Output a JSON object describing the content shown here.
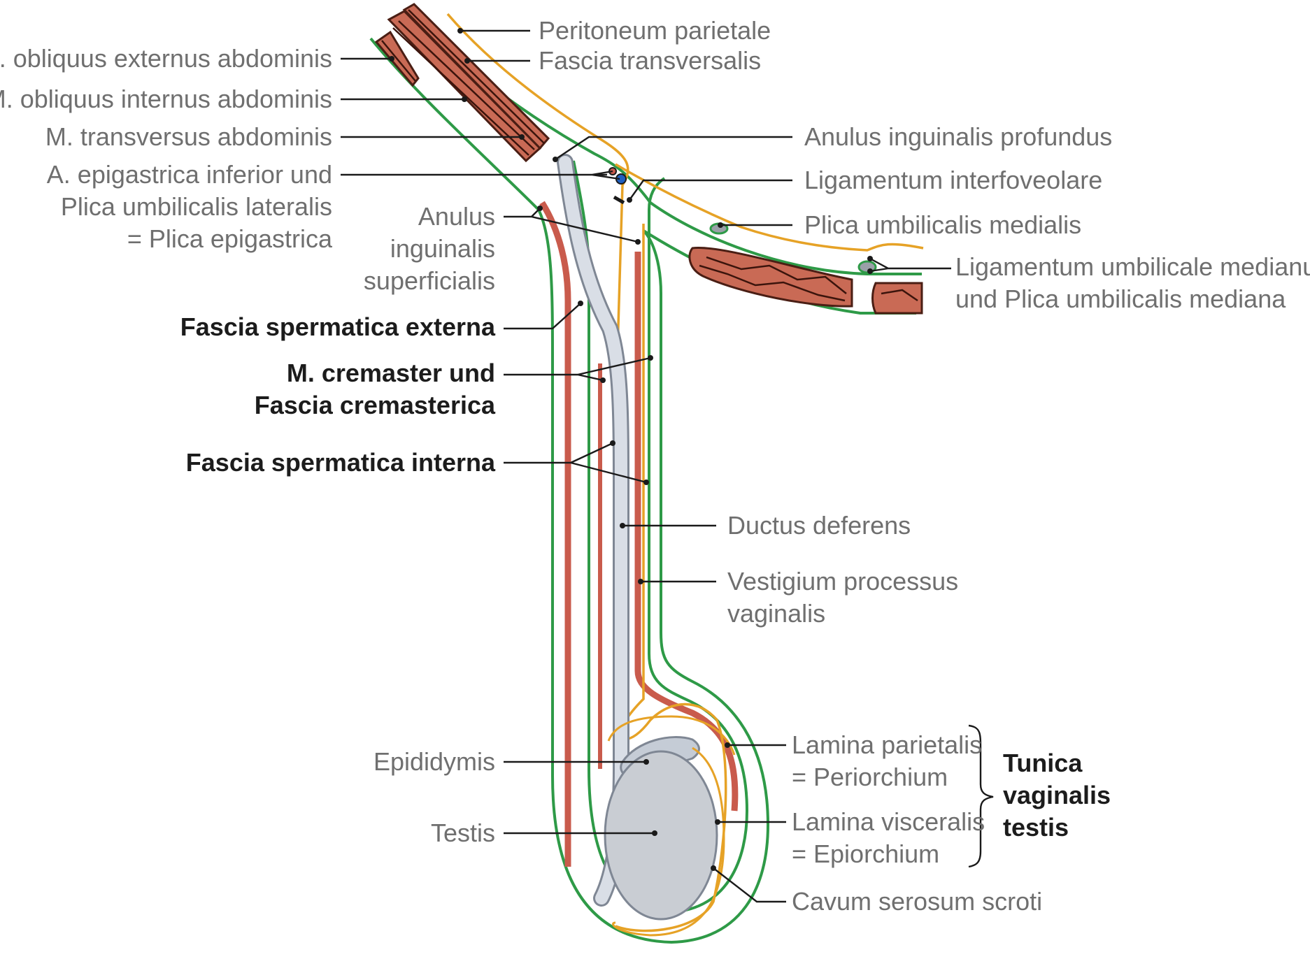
{
  "colors": {
    "fascia": "#2e9a47",
    "peritoneum": "#e6a226",
    "muscle": "#c95b4c",
    "ductus": "#c5ccd6",
    "testis": "#c9cdd3",
    "label": "#6f6f6f",
    "label_bold": "#1c1c1c"
  },
  "labels": {
    "peritoneum_parietale": "Peritoneum parietale",
    "fascia_transversalis": "Fascia transversalis",
    "m_obliquus_externus": "M. obliquus externus abdominis",
    "m_obliquus_internus": "M. obliquus internus abdominis",
    "m_transversus": "M. transversus abdominis",
    "a_epigastrica": [
      "A. epigastrica inferior und",
      "Plica umbilicalis lateralis",
      "= Plica epigastrica"
    ],
    "anulus_profundus": "Anulus inguinalis profundus",
    "lig_interfoveolare": "Ligamentum interfoveolare",
    "plica_medialis": "Plica umbilicalis medialis",
    "lig_umbilicale_medianum": [
      "Ligamentum umbilicale medianum",
      "und Plica umbilicalis mediana"
    ],
    "anulus_superficialis": [
      "Anulus",
      "inguinalis",
      "superficialis"
    ],
    "fascia_sperm_externa": "Fascia spermatica externa",
    "m_cremaster": [
      "M. cremaster und",
      "Fascia cremasterica"
    ],
    "fascia_sperm_interna": "Fascia spermatica interna",
    "ductus_deferens": "Ductus deferens",
    "vestigium": [
      "Vestigium processus",
      "vaginalis"
    ],
    "epididymis": "Epididymis",
    "testis": "Testis",
    "lamina_parietalis": [
      "Lamina parietalis",
      "= Periorchium"
    ],
    "lamina_visceralis": [
      "Lamina visceralis",
      "= Epiorchium"
    ],
    "cavum_serosum": "Cavum serosum scroti",
    "tunica_vaginalis": [
      "Tunica",
      "vaginalis",
      "testis"
    ]
  }
}
